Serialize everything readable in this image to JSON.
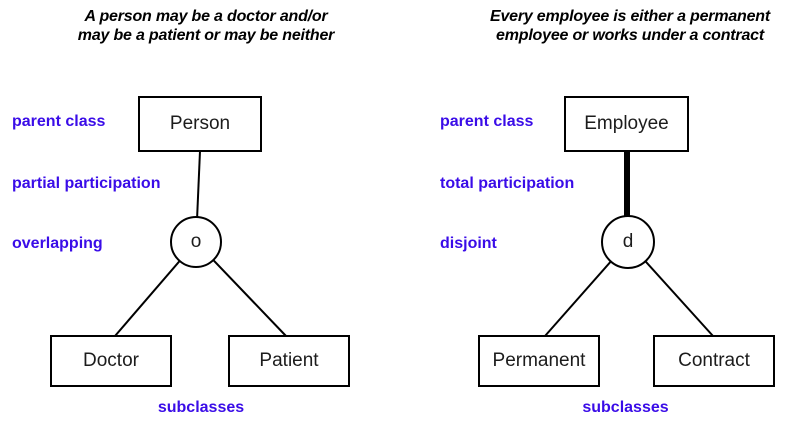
{
  "colors": {
    "annotation_text": "#3a0ce8",
    "line": "#000000",
    "box_fill": "#ffffff",
    "caption_text": "#000000",
    "background": "#ffffff"
  },
  "diagrams": {
    "left": {
      "caption": {
        "line1": "A person may be a doctor and/or",
        "line2": "may be a patient or may be neither"
      },
      "parent_box": "Person",
      "circle_letter": "o",
      "subclasses": {
        "left": "Doctor",
        "right": "Patient"
      },
      "annotations": {
        "parent": "parent class",
        "participation": "partial participation",
        "constraint": "overlapping",
        "subclasses": "subclasses"
      }
    },
    "right": {
      "caption": {
        "line1": "Every employee is either a permanent",
        "line2": "employee or works under a contract"
      },
      "parent_box": "Employee",
      "circle_letter": "d",
      "subclasses": {
        "left": "Permanent",
        "right": "Contract"
      },
      "annotations": {
        "parent": "parent class",
        "participation": "total participation",
        "constraint": "disjoint",
        "subclasses": "subclasses"
      }
    }
  }
}
